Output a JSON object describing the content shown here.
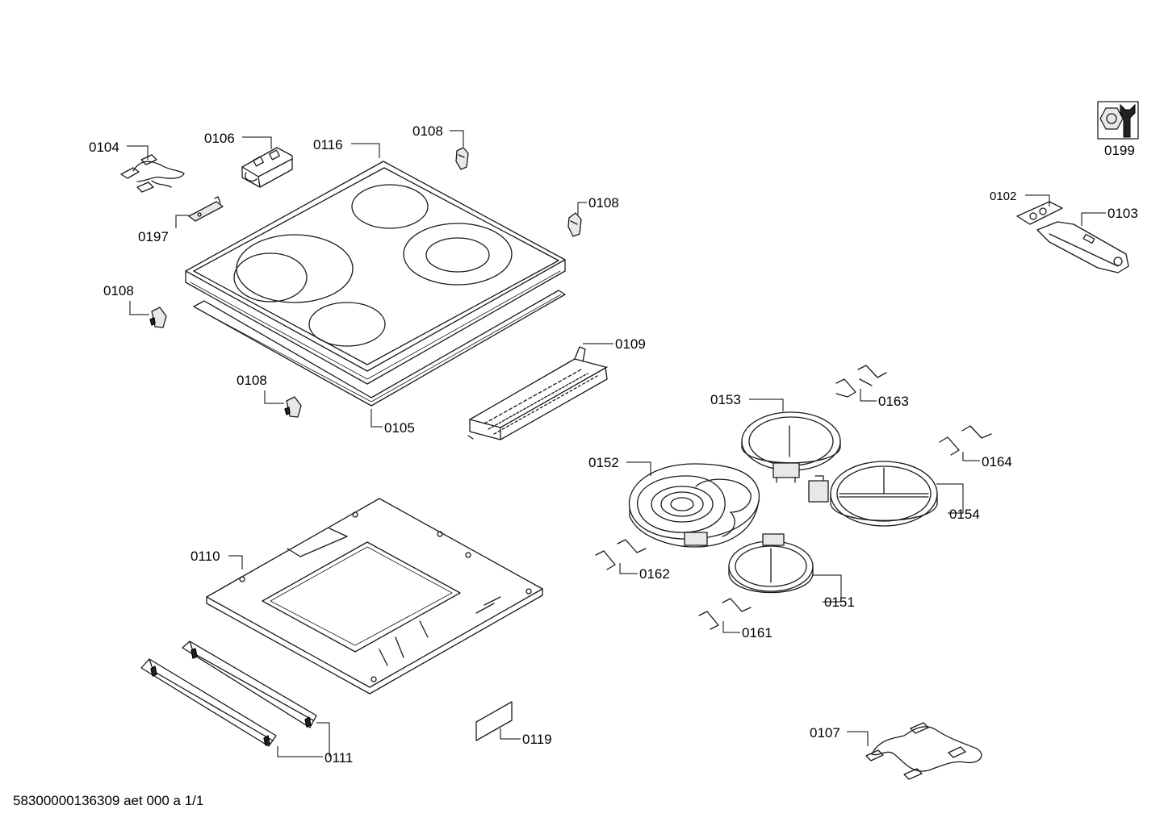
{
  "document_id": "58300000136309 aet 000 a 1/1",
  "callouts": {
    "c0104": "0104",
    "c0106": "0106",
    "c0116": "0116",
    "c0108a": "0108",
    "c0108b": "0108",
    "c0108c": "0108",
    "c0108d": "0108",
    "c0197": "0197",
    "c0105": "0105",
    "c0109": "0109",
    "c0110": "0110",
    "c0111": "0111",
    "c0119": "0119",
    "c0199": "0199",
    "c0102": "0102",
    "c0103": "0103",
    "c0153": "0153",
    "c0163": "0163",
    "c0164": "0164",
    "c0152": "0152",
    "c0154": "0154",
    "c0162": "0162",
    "c0151": "0151",
    "c0161": "0161",
    "c0107": "0107"
  },
  "icons": {
    "service": "wrench-nut-icon"
  }
}
